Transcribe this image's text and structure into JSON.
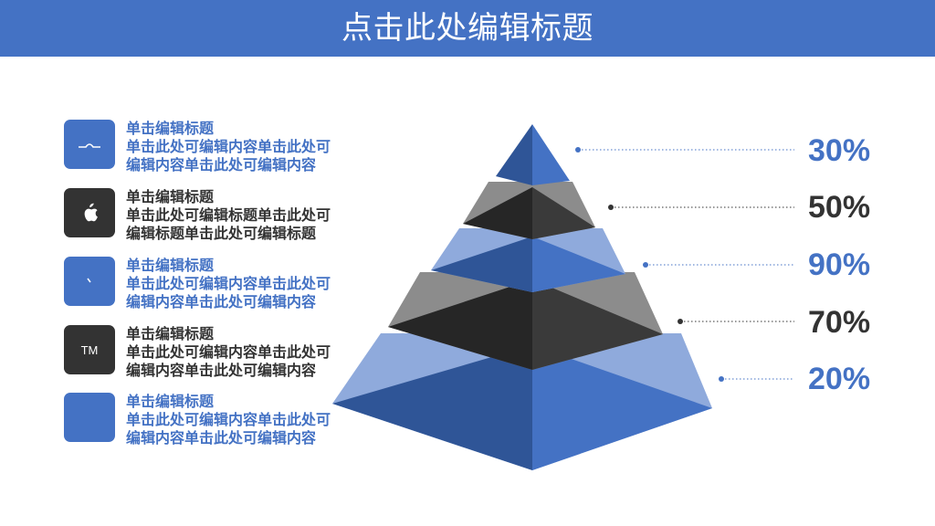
{
  "header": {
    "title": "点击此处编辑标题"
  },
  "left_items": [
    {
      "title": "单击编辑标题",
      "body": "单击此处可编辑内容单击此处可编辑内容单击此处可编辑内容",
      "icon_name": "chart-line-icon",
      "tone": "blue"
    },
    {
      "title": "单击编辑标题",
      "body": "单击此处可编辑标题单击此处可编辑标题单击此处可编辑标题",
      "icon_name": "apple-icon",
      "tone": "dark"
    },
    {
      "title": "单击编辑标题",
      "body": "单击此处可编辑内容单击此处可编辑内容单击此处可编辑内容",
      "icon_name": "mark-icon",
      "tone": "blue"
    },
    {
      "title": "单击编辑标题",
      "body": "单击此处可编辑内容单击此处可编辑内容单击此处可编辑内容",
      "icon_name": "trademark-icon",
      "tone": "dark",
      "icon_text": "TM"
    },
    {
      "title": "单击编辑标题",
      "body": "单击此处可编辑内容单击此处可编辑内容单击此处可编辑内容",
      "icon_name": "blank-icon",
      "tone": "blue"
    }
  ],
  "percent_labels": [
    "30%",
    "50%",
    "90%",
    "70%",
    "20%"
  ],
  "colors": {
    "brand": "#4472c4",
    "dark": "#333333",
    "light_blue": "#8faadc",
    "gray_top": "#8c8c8c"
  }
}
